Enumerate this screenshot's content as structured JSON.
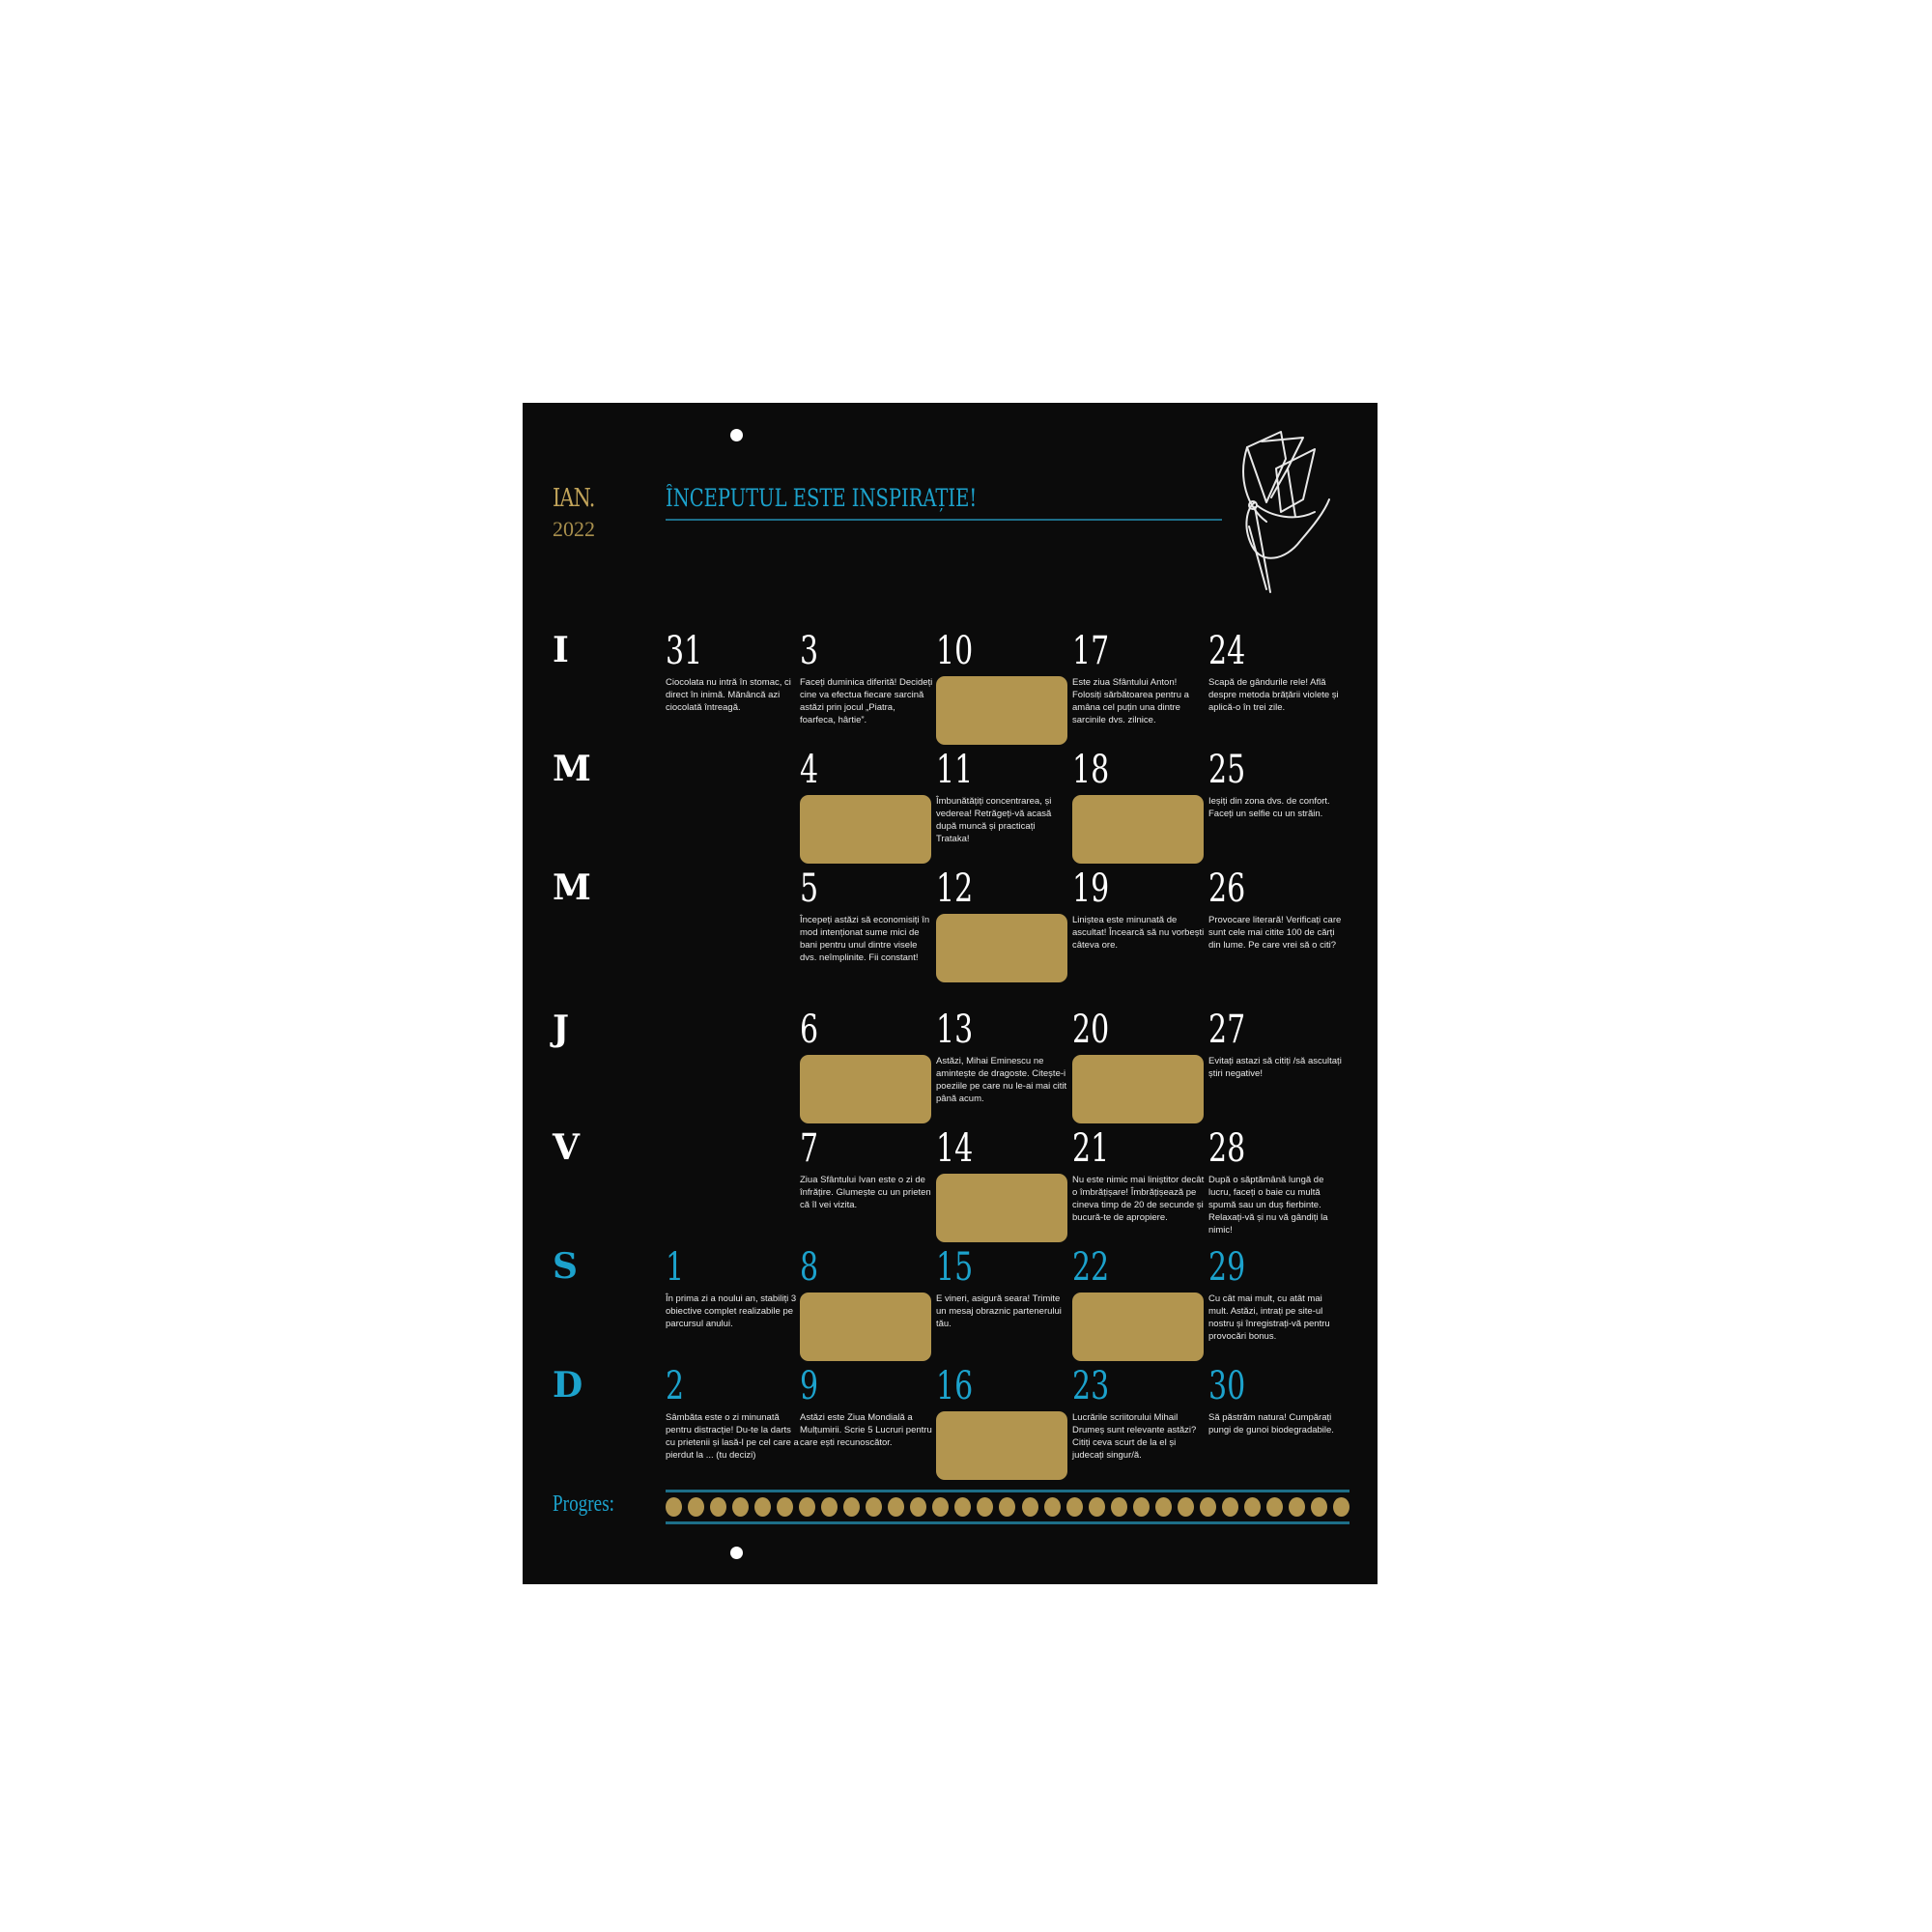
{
  "header": {
    "month": "IAN.",
    "year": "2022",
    "title": "ÎNCEPUTUL ESTE INSPIRAȚIE!"
  },
  "colors": {
    "background": "#0b0b0b",
    "accent_blue": "#1ca2cc",
    "gold": "#b2954f",
    "line_blue": "#1d6e88"
  },
  "day_labels": [
    "I",
    "M",
    "M",
    "J",
    "V",
    "S",
    "D"
  ],
  "grid": [
    [
      {
        "day": "31",
        "text": "Ciocolata nu intră în stomac, ci direct în inimă. Mănâncă azi ciocolată întreagă."
      },
      {
        "day": "3",
        "text": "Faceți duminica diferită! Decideți cine va efectua fiecare sarcină astăzi prin jocul „Piatra, foarfeca, hârtie”."
      },
      {
        "day": "10",
        "scratch": true
      },
      {
        "day": "17",
        "text": "Este ziua Sfântului Anton! Folosiți sărbătoarea pentru a amâna cel puțin una dintre sarcinile dvs. zilnice."
      },
      {
        "day": "24",
        "text": "Scapă de gândurile rele! Află despre metoda brățării violete și aplică-o în trei zile."
      }
    ],
    [
      {
        "day": "",
        "empty": true
      },
      {
        "day": "4",
        "scratch": true
      },
      {
        "day": "11",
        "text": "Îmbunătățiți concentrarea, și vederea! Retrăgeți-vă acasă după muncă și practicați Trataka!"
      },
      {
        "day": "18",
        "scratch": true
      },
      {
        "day": "25",
        "text": "Ieșiți din zona dvs. de confort. Faceți un selfie cu un străin."
      }
    ],
    [
      {
        "day": "",
        "empty": true
      },
      {
        "day": "5",
        "text": "Începeți astăzi să economisiți în mod intenționat sume mici de bani pentru unul dintre visele dvs. neîmplinite. Fii constant!"
      },
      {
        "day": "12",
        "scratch": true
      },
      {
        "day": "19",
        "text": "Liniștea este minunată de ascultat! Încearcă să nu vorbești câteva ore."
      },
      {
        "day": "26",
        "text": "Provocare literară! Verificați care sunt cele mai citite 100 de cărți din lume. Pe care vrei să o citi?"
      }
    ],
    [
      {
        "day": "",
        "empty": true
      },
      {
        "day": "6",
        "scratch": true
      },
      {
        "day": "13",
        "text": "Astăzi, Mihai Eminescu ne amintește de dragoste. Citește-i poeziile pe care nu le-ai mai citit până acum."
      },
      {
        "day": "20",
        "scratch": true
      },
      {
        "day": "27",
        "text": "Evitați astazi să citiți /să ascultați știri negative!"
      }
    ],
    [
      {
        "day": "",
        "empty": true
      },
      {
        "day": "7",
        "text": "Ziua Sfântului Ivan este o zi de înfrățire. Glumește cu un prieten că îl vei vizita."
      },
      {
        "day": "14",
        "scratch": true
      },
      {
        "day": "21",
        "text": "Nu este nimic mai liniștitor decât o îmbrățișare! Îmbrățișează pe cineva timp de 20 de secunde și bucură-te de apropiere."
      },
      {
        "day": "28",
        "text": "După o săptămână lungă de lucru, faceți o baie cu multă spumă sau un duș fierbinte. Relaxați-vă și nu vă gândiți la nimic!"
      }
    ],
    [
      {
        "day": "1",
        "text": "În prima zi a noului an, stabiliți 3 obiective complet realizabile pe parcursul anului."
      },
      {
        "day": "8",
        "scratch": true
      },
      {
        "day": "15",
        "text": "E vineri, asigură seara! Trimite un mesaj obraznic partenerului tău."
      },
      {
        "day": "22",
        "scratch": true
      },
      {
        "day": "29",
        "text": "Cu cât mai mult, cu atât mai mult. Astăzi, intrați pe site-ul nostru și înregistrați-vă pentru provocări bonus."
      }
    ],
    [
      {
        "day": "2",
        "text": "Sâmbăta este o zi minunată pentru distracție! Du-te la darts cu prietenii și lasă-l pe cel care a pierdut la ... (tu decizi)"
      },
      {
        "day": "9",
        "text": "Astăzi este Ziua Mondială a Mulțumirii. Scrie 5 Lucruri pentru care ești recunoscător."
      },
      {
        "day": "16",
        "scratch": true
      },
      {
        "day": "23",
        "text": "Lucrările scriitorului Mihail Drumeș sunt relevante astăzi? Citiți ceva scurt de la el și judecați singur/ă."
      },
      {
        "day": "30",
        "text": "Să păstrăm natura! Cumpărați pungi de gunoi biodegradabile."
      }
    ]
  ],
  "progress": {
    "label": "Progres:",
    "dot_count": 31
  },
  "icons": {
    "flower": "tulip-line-drawing-icon",
    "hole": "hanging-hole"
  }
}
